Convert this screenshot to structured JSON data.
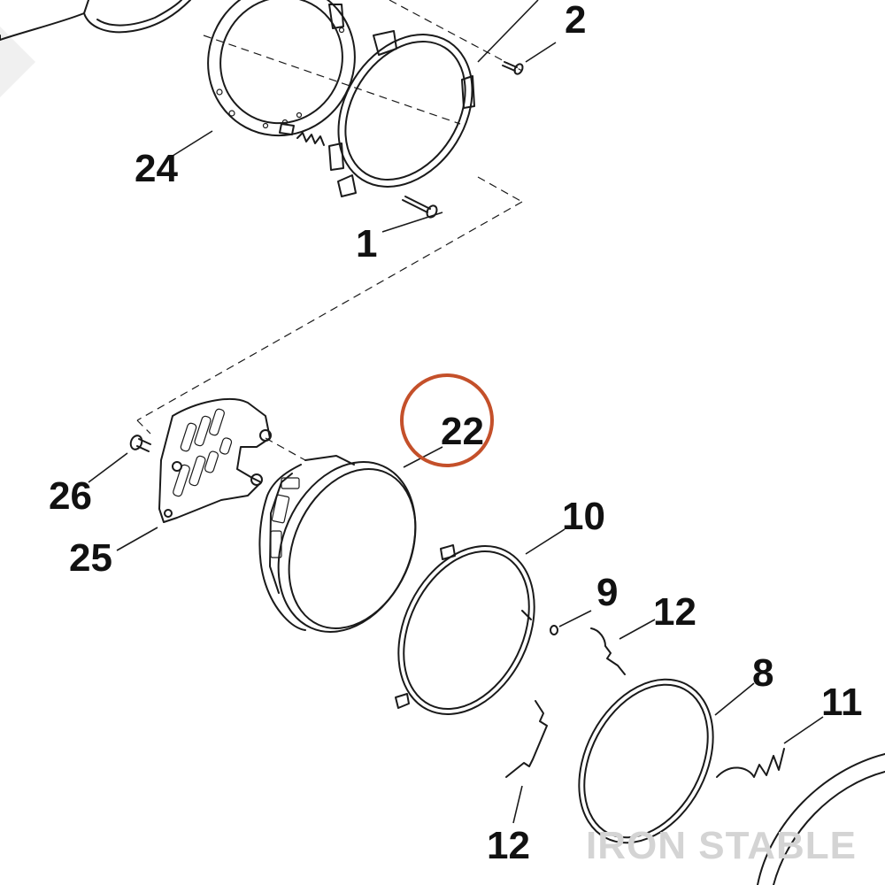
{
  "colors": {
    "line": "#1a1a1a",
    "highlight_ring": "#c4502a",
    "watermark": "#d4d4d4"
  },
  "callouts": {
    "c2": "2",
    "c24": "24",
    "c1": "1",
    "c22": "22",
    "c26": "26",
    "c25": "25",
    "c10": "10",
    "c9": "9",
    "c12a": "12",
    "c8": "8",
    "c11": "11",
    "c12b": "12"
  },
  "watermark": "IRON STABLE"
}
